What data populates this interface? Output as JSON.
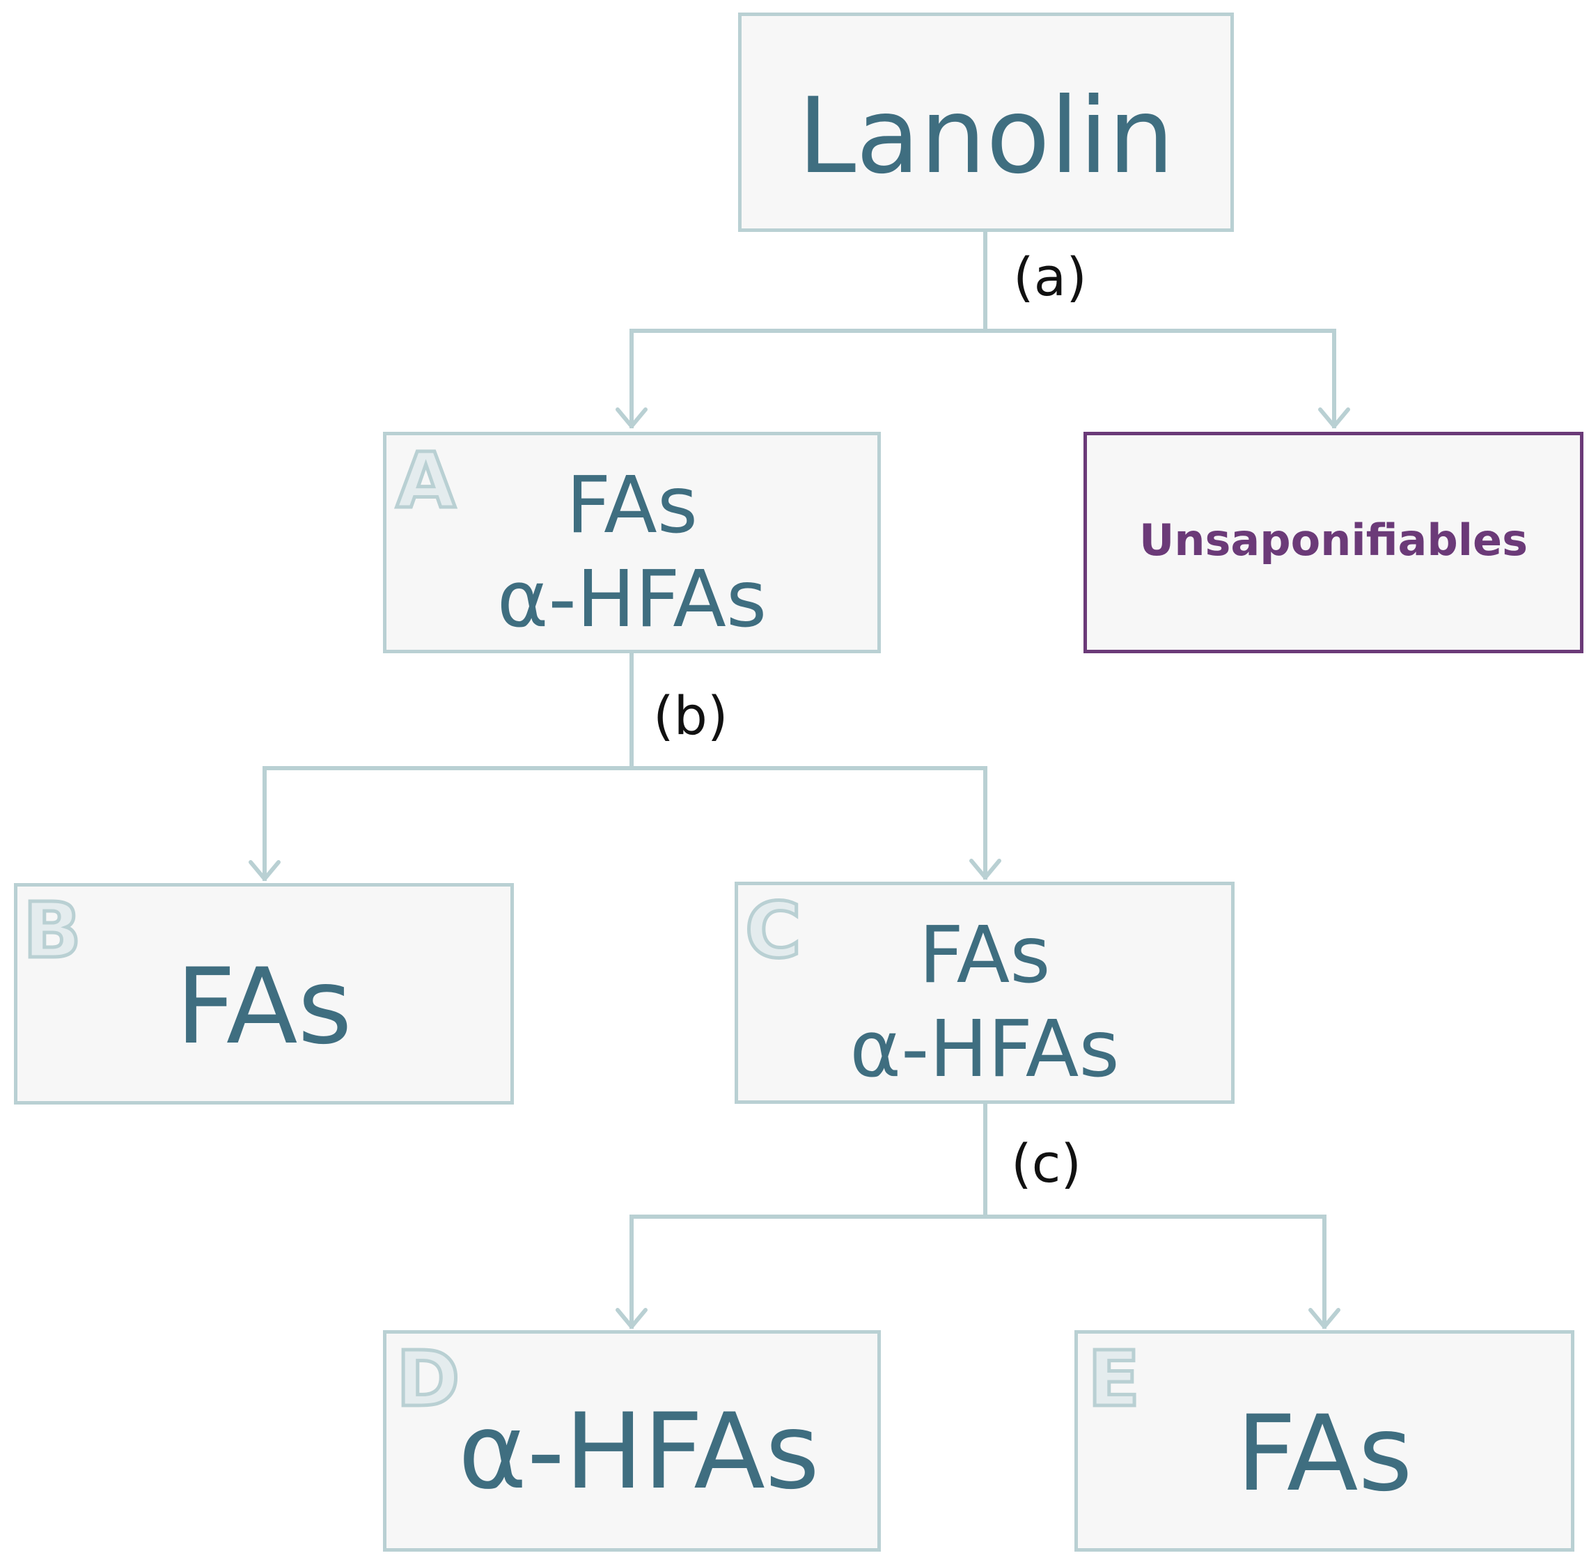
{
  "nodes": {
    "lanolin": {
      "text": "Lanolin"
    },
    "a": {
      "letter": "A",
      "line1": "FAs",
      "line2": "α-HFAs"
    },
    "unsaponifiables": {
      "text": "Unsaponifiables"
    },
    "b": {
      "letter": "B",
      "text": "FAs"
    },
    "c": {
      "letter": "C",
      "line1": "FAs",
      "line2": "α-HFAs"
    },
    "d": {
      "letter": "D",
      "text": "α-HFAs"
    },
    "e": {
      "letter": "E",
      "text": "FAs"
    }
  },
  "steps": {
    "a": "(a)",
    "b": "(b)",
    "c": "(c)"
  },
  "colors": {
    "border": "#b9d0d3",
    "text": "#3f6e80",
    "unsaponifiables_border": "#6b3a78",
    "unsaponifiables_text": "#6b3a78",
    "box_fill": "#f7f7f7",
    "step_label": "#111111"
  }
}
